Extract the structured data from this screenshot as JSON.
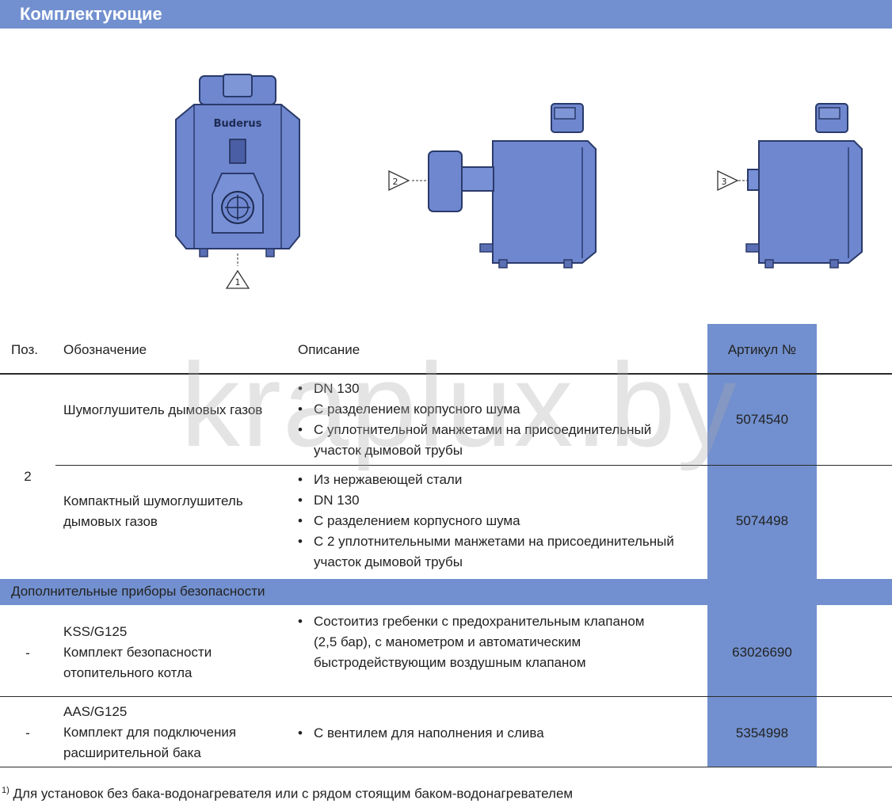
{
  "header": {
    "title": "Комплектующие"
  },
  "illustrations": {
    "brand": "Buderus",
    "callouts": [
      "1",
      "2",
      "3"
    ],
    "boiler_color": "#6f87cf",
    "outline_color": "#2a3a6a"
  },
  "watermark": "kraplux.by",
  "table": {
    "headers": {
      "pos": "Поз.",
      "name": "Обозначение",
      "desc": "Описание",
      "art": "Артикул №"
    },
    "group1": {
      "pos": "2",
      "rows": [
        {
          "name": "Шумоглушитель дымовых газов",
          "bullets": [
            "DN 130",
            "С разделением корпусного шума",
            "С уплотнительной манжетами на присоединительный участок дымовой трубы"
          ],
          "art": "5074540"
        },
        {
          "name": "Компактный шумоглушитель дымовых газов",
          "bullets": [
            "Из нержавеющей стали",
            "DN 130",
            "С разделением корпусного шума",
            "С 2 уплотнительными манжетами на присоединительный участок дымовой трубы"
          ],
          "art": "5074498"
        }
      ]
    },
    "section2": {
      "title": "Дополнительные приборы безопасности",
      "rows": [
        {
          "pos": "-",
          "name": [
            "KSS/G125",
            "Комплект безопасности",
            "отопительного котла"
          ],
          "bullets": [
            "Состоитиз гребенки с предохранительным клапаном (2,5 бар), с манометром и автоматическим быстродействующим воздушным клапаном"
          ],
          "art": "63026690"
        },
        {
          "pos": "-",
          "name": [
            "AAS/G125",
            "Комплект для подключения",
            "расширительной бака"
          ],
          "bullets": [
            "С вентилем для наполнения и слива"
          ],
          "art": "5354998"
        }
      ]
    }
  },
  "footnote": {
    "mark": "1)",
    "text": "Для установок без бака-водонагревателя или с рядом стоящим баком-водонагревателем"
  },
  "colors": {
    "accent": "#7290cf",
    "text": "#222222"
  }
}
